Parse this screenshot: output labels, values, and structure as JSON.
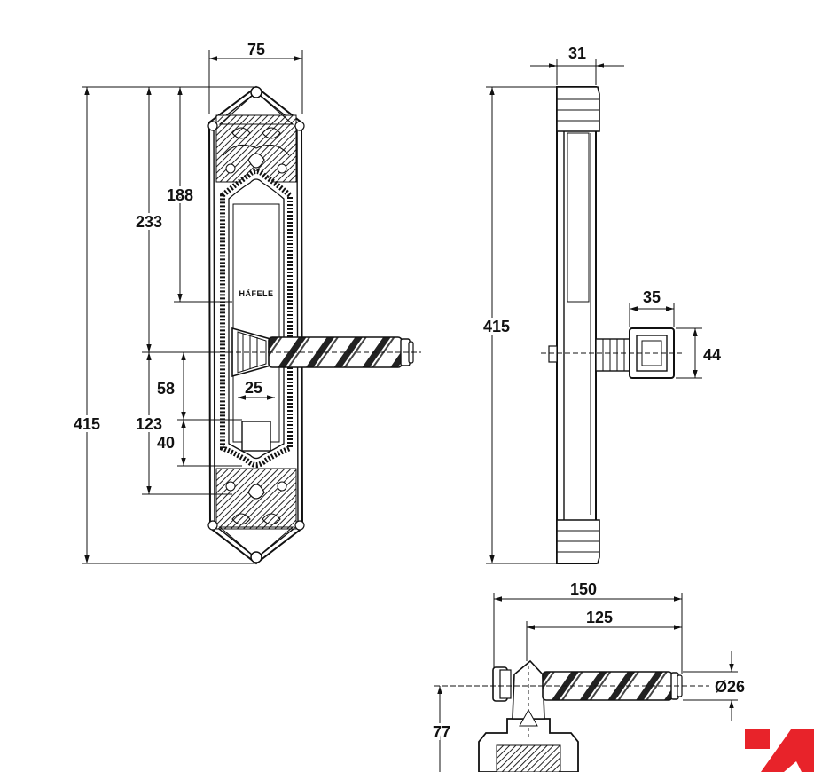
{
  "brand": {
    "plate_text": "HÄFELE",
    "logo_color": "#e8232a"
  },
  "dimensions": {
    "front_width": "75",
    "front_height": "415",
    "to_handle_233": "233",
    "to_brand_188": "188",
    "below_handle_123": "123",
    "window_58": "58",
    "window_40": "40",
    "window_width_25": "25",
    "side_depth": "31",
    "side_height": "415",
    "rose_width": "35",
    "rose_height": "44",
    "lever_length": "150",
    "lever_grip": "125",
    "lever_diameter": "Ø26",
    "lever_projection": "77"
  }
}
